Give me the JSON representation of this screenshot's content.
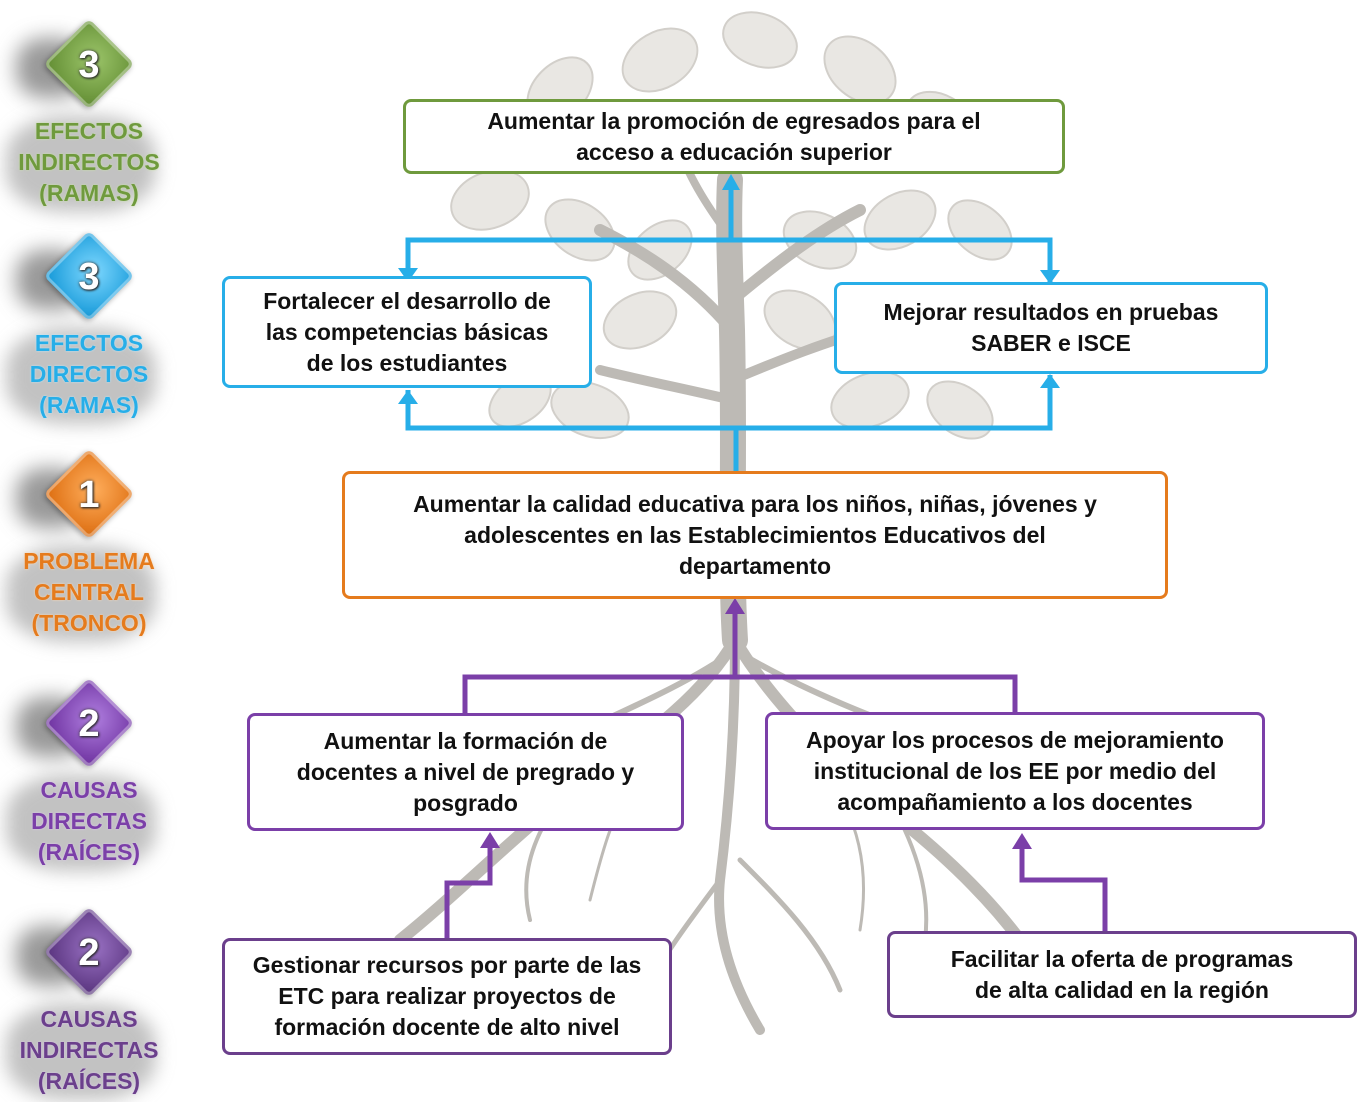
{
  "colors": {
    "indirect_effects": "#6f9a3d",
    "direct_effects": "#27aee8",
    "central_problem": "#e57b1d",
    "direct_causes": "#7b3fa8",
    "indirect_causes": "#6b3f8c",
    "tree": "#bdbab5"
  },
  "legend": [
    {
      "number": "3",
      "lines": [
        "EFECTOS",
        "INDIRECTOS",
        "(RAMAS)"
      ],
      "color": "#6f9a3d"
    },
    {
      "number": "3",
      "lines": [
        "EFECTOS",
        "DIRECTOS",
        "(RAMAS)"
      ],
      "color": "#27aee8"
    },
    {
      "number": "1",
      "lines": [
        "PROBLEMA",
        "CENTRAL",
        "(TRONCO)"
      ],
      "color": "#e57b1d"
    },
    {
      "number": "2",
      "lines": [
        "CAUSAS",
        "DIRECTAS",
        "(RAÍCES)"
      ],
      "color": "#7b3fa8"
    },
    {
      "number": "2",
      "lines": [
        "CAUSAS",
        "INDIRECTAS",
        "(RAÍCES)"
      ],
      "color": "#6b3f8c"
    }
  ],
  "boxes": {
    "indirect_effect": "Aumentar  la promoción de egresados para el\nacceso a educación superior",
    "direct_effect_left": "Fortalecer el desarrollo de\nlas competencias básicas\nde los estudiantes",
    "direct_effect_right": "Mejorar resultados en pruebas\nSABER e ISCE",
    "central_problem": "Aumentar la calidad educativa para los niños, niñas, jóvenes y\nadolescentes en las Establecimientos Educativos del\ndepartamento",
    "direct_cause_left": "Aumentar  la formación de\ndocentes a nivel de pregrado y\nposgrado",
    "direct_cause_right": "Apoyar los procesos de mejoramiento\ninstitucional de los EE por medio del\nacompañamiento a los docentes",
    "indirect_cause_left": "Gestionar recursos por parte de las\nETC para realizar proyectos de\nformación docente de alto nivel",
    "indirect_cause_right": "Facilitar la oferta de programas\nde alta calidad en la región"
  }
}
